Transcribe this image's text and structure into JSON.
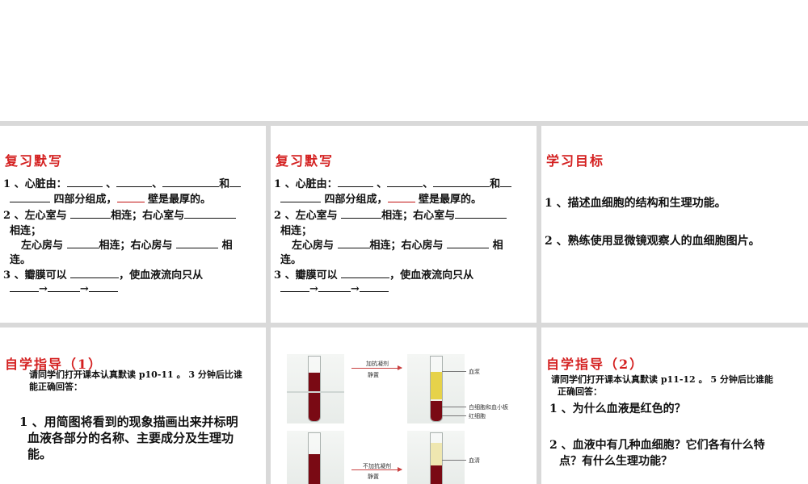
{
  "review_title": "复习默写",
  "review": {
    "q1_a": "1 、心脏由：",
    "q1_sep1": " 、",
    "q1_sep2": "、",
    "q1_and": "和",
    "q1_b": " 四部分组成，",
    "q1_c": " 壁是最厚的。",
    "q2_a": "2 、左心室与 ",
    "q2_b": "相连；右心室与",
    "q2_c": "相连；",
    "q2_d": "左心房与 ",
    "q2_e": "相连；右心房与 ",
    "q2_f": " 相",
    "q2_g": "连。",
    "q3_a": "3 、瓣膜可以 ",
    "q3_b": "，使血液流向只从",
    "arrow": "→"
  },
  "goals": {
    "title": "学习目标",
    "item1": "1 、描述血细胞的结构和生理功能。",
    "item2": "2 、熟练使用显微镜观察人的血细胞图片。"
  },
  "guide1": {
    "title": "自学指导（1）",
    "intro1": "请同学们打开课本认真默读 p10-11 。 3 分钟后比谁",
    "intro2": "能正确回答：",
    "q1_l1": "1 、用简图将看到的现象描画出来并标明",
    "q1_l2": "血液各部分的名称、主要成分及生理功",
    "q1_l3": "能。"
  },
  "figure": {
    "top_arrow_l1": "加抗凝剂",
    "top_arrow_l2": "静置",
    "bottom_arrow_l1": "不加抗凝剂",
    "bottom_arrow_l2": "静置",
    "label_plasma": "血浆",
    "label_wbc": "白细胞和血小板",
    "label_rbc": "红细胞",
    "label_serum": "血清"
  },
  "guide2": {
    "title": "自学指导（2）",
    "intro1": "请同学们打开课本认真默读 p11-12 。 5 分钟后比谁能",
    "intro2": "正确回答：",
    "q1": "1 、为什么血液是红色的？",
    "q2_l1": "2 、血液中有几种血细胞？它们各有什么特",
    "q2_l2": "点？有什么生理功能？"
  },
  "colors": {
    "title_red": "#d42020",
    "blood": "#7a0a14",
    "plasma": "#e6d24a"
  }
}
